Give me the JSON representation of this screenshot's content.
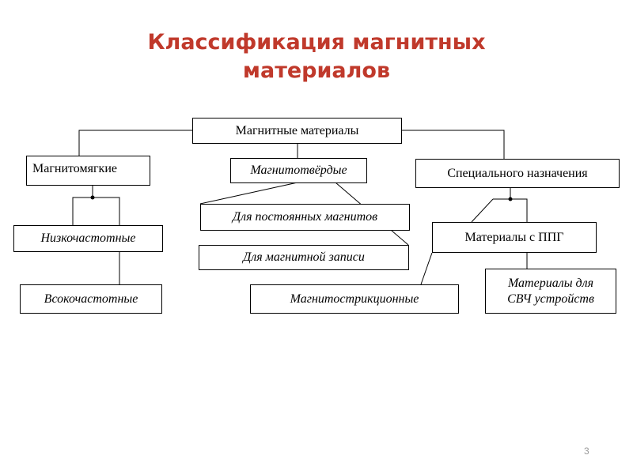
{
  "title": {
    "line1": "Классификация магнитных",
    "line2": "материалов"
  },
  "nodes": {
    "root": "Магнитные материалы",
    "soft": "Магнитомягкие",
    "hard": "Магнитотвёрдые",
    "special": "Специального назначения",
    "low_freq": "Низкочастотные",
    "high_freq": "Всокочастотные",
    "permanent": "Для постоянных магнитов",
    "recording": "Для магнитной записи",
    "ppg": "Материалы с ППГ",
    "magnetostrictive": "Магнитострикционные",
    "microwave_line1": "Материалы для",
    "microwave_line2": "СВЧ устройств"
  },
  "page_number": "3"
}
